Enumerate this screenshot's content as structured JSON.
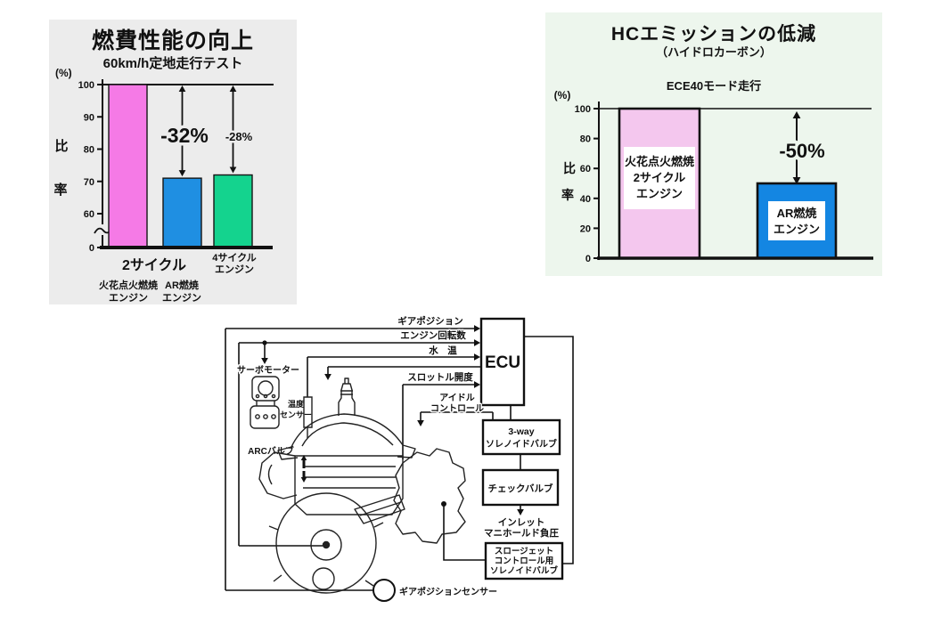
{
  "page": {
    "background": "#ffffff"
  },
  "chart_data": [
    {
      "type": "bar",
      "title": "燃費性能の向上",
      "subtitle": "60km/h定地走行テスト",
      "unit_label": "(%)",
      "ylabel": "比率",
      "ylim": [
        0,
        100
      ],
      "yticks": [
        100,
        90,
        80,
        70,
        60,
        0
      ],
      "axis_break": true,
      "grid": false,
      "panel_bg": "#ececec",
      "categories": [
        "火花点火燃焼エンジン",
        "AR燃焼エンジン",
        "4サイクルエンジン"
      ],
      "values": [
        100,
        71,
        72
      ],
      "bar_colors": [
        "#f57ae6",
        "#1f8fe2",
        "#14d38e"
      ],
      "group_labels": {
        "first_two": "2サイクル",
        "third": [
          "4サイクル",
          "エンジン"
        ]
      },
      "bar_sublabels": [
        [
          "火花点火燃焼",
          "エンジン"
        ],
        [
          "AR燃焼",
          "エンジン"
        ]
      ],
      "annotations": [
        {
          "text": "-32%",
          "target": 1
        },
        {
          "text": "-28%",
          "target": 2
        }
      ]
    },
    {
      "type": "bar",
      "title": "HCエミッションの低減",
      "subtitle": "（ハイドロカーボン）",
      "mode_label": "ECE40モード走行",
      "unit_label": "(%)",
      "ylabel": "比率",
      "ylim": [
        0,
        100
      ],
      "yticks": [
        100,
        80,
        60,
        40,
        20,
        0
      ],
      "axis_break": false,
      "grid": false,
      "panel_bg": "#edf6ed",
      "categories": [
        "火花点火燃焼2サイクルエンジン",
        "AR燃焼エンジン"
      ],
      "values": [
        100,
        50
      ],
      "bar_colors": [
        "#f4c7ee",
        "#1486e2"
      ],
      "bar_inner_labels": [
        [
          "火花点火燃焼",
          "2サイクル",
          "エンジン"
        ],
        [
          "AR燃焼",
          "エンジン"
        ]
      ],
      "annotations": [
        {
          "text": "-50%",
          "target": 1
        }
      ]
    }
  ],
  "diagram": {
    "ecu": "ECU",
    "inputs": [
      "ギアポジション",
      "エンジン回転数",
      "水　温",
      "スロットル開度"
    ],
    "idle_control": [
      "アイドル",
      "コントロール"
    ],
    "boxes": {
      "three_way": [
        "3-way",
        "ソレノイドバルブ"
      ],
      "check_valve": [
        "チェックバルブ"
      ],
      "slow_jet": [
        "スロージェット",
        "コントロール用",
        "ソレノイドバルブ"
      ]
    },
    "inline_text": {
      "inlet_manifold": [
        "インレット",
        "マニホールド負圧"
      ]
    },
    "component_labels": {
      "servo_motor": "サーボモーター",
      "temp_sensor": [
        "温度",
        "センサー"
      ],
      "arc_valve": "ARCバルブ",
      "gear_position_sensor": "ギアポジションセンサー"
    }
  }
}
